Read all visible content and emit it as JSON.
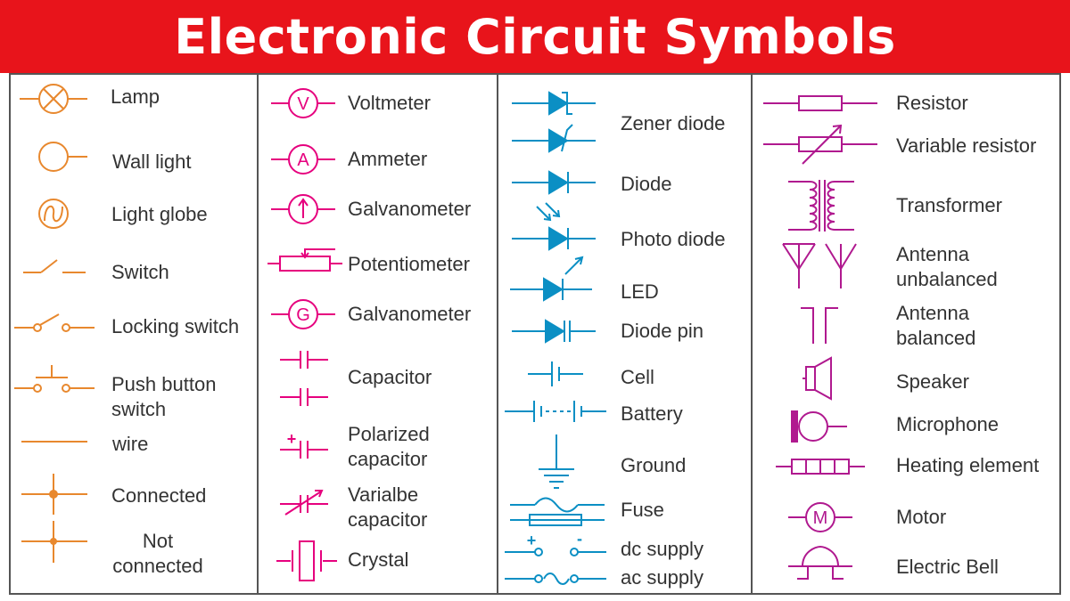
{
  "title": "Electronic Circuit Symbols",
  "colors": {
    "banner": "#e8141b",
    "banner_text": "#ffffff",
    "column_1": "#e8882e",
    "column_2": "#e6007e",
    "column_3": "#0b8fc4",
    "column_4": "#b0198f",
    "text": "#333333",
    "border": "#555555"
  },
  "columns": [
    {
      "items": [
        {
          "label": "Lamp",
          "icon": "lamp-symbol"
        },
        {
          "label": "Wall light",
          "icon": "wall-light-symbol"
        },
        {
          "label": "Light globe",
          "icon": "light-globe-symbol"
        },
        {
          "label": "Switch",
          "icon": "switch-symbol"
        },
        {
          "label": "Locking switch",
          "icon": "locking-switch-symbol"
        },
        {
          "label": "Push button\nswitch",
          "icon": "push-button-switch-symbol"
        },
        {
          "label": "wire",
          "icon": "wire-symbol"
        },
        {
          "label": "Connected",
          "icon": "connected-wires-symbol"
        },
        {
          "label": "Not\nconnected",
          "icon": "not-connected-wires-symbol"
        }
      ]
    },
    {
      "items": [
        {
          "label": "Voltmeter",
          "icon": "voltmeter-symbol",
          "glyph": "V"
        },
        {
          "label": "Ammeter",
          "icon": "ammeter-symbol",
          "glyph": "A"
        },
        {
          "label": "Galvanometer",
          "icon": "galvanometer-arrow-symbol"
        },
        {
          "label": "Potentiometer",
          "icon": "potentiometer-symbol"
        },
        {
          "label": "Galvanometer",
          "icon": "galvanometer-g-symbol",
          "glyph": "G"
        },
        {
          "label": "Capacitor",
          "icon": "capacitor-symbol"
        },
        {
          "label": "Polarized\ncapacitor",
          "icon": "polarized-capacitor-symbol",
          "glyph": "+"
        },
        {
          "label": "Varialbe\ncapacitor",
          "icon": "variable-capacitor-symbol"
        },
        {
          "label": "Crystal",
          "icon": "crystal-symbol"
        }
      ]
    },
    {
      "items": [
        {
          "label": "Zener diode",
          "icon": "zener-diode-symbol"
        },
        {
          "label": "Diode",
          "icon": "diode-symbol"
        },
        {
          "label": "Photo diode",
          "icon": "photo-diode-symbol"
        },
        {
          "label": "LED",
          "icon": "led-symbol"
        },
        {
          "label": "Diode pin",
          "icon": "diode-pin-symbol"
        },
        {
          "label": "Cell",
          "icon": "cell-symbol"
        },
        {
          "label": "Battery",
          "icon": "battery-symbol"
        },
        {
          "label": "Ground",
          "icon": "ground-symbol"
        },
        {
          "label": "Fuse",
          "icon": "fuse-symbol"
        },
        {
          "label": "dc supply",
          "icon": "dc-supply-symbol",
          "glyph_plus": "+",
          "glyph_minus": "-"
        },
        {
          "label": "ac supply",
          "icon": "ac-supply-symbol"
        }
      ]
    },
    {
      "items": [
        {
          "label": "Resistor",
          "icon": "resistor-symbol"
        },
        {
          "label": "Variable resistor",
          "icon": "variable-resistor-symbol"
        },
        {
          "label": "Transformer",
          "icon": "transformer-symbol"
        },
        {
          "label": "Antenna\nunbalanced",
          "icon": "antenna-unbalanced-symbol"
        },
        {
          "label": "Antenna\nbalanced",
          "icon": "antenna-balanced-symbol"
        },
        {
          "label": "Speaker",
          "icon": "speaker-symbol"
        },
        {
          "label": "Microphone",
          "icon": "microphone-symbol"
        },
        {
          "label": "Heating element",
          "icon": "heating-element-symbol"
        },
        {
          "label": "Motor",
          "icon": "motor-symbol",
          "glyph": "M"
        },
        {
          "label": "Electric Bell",
          "icon": "electric-bell-symbol"
        }
      ]
    }
  ]
}
